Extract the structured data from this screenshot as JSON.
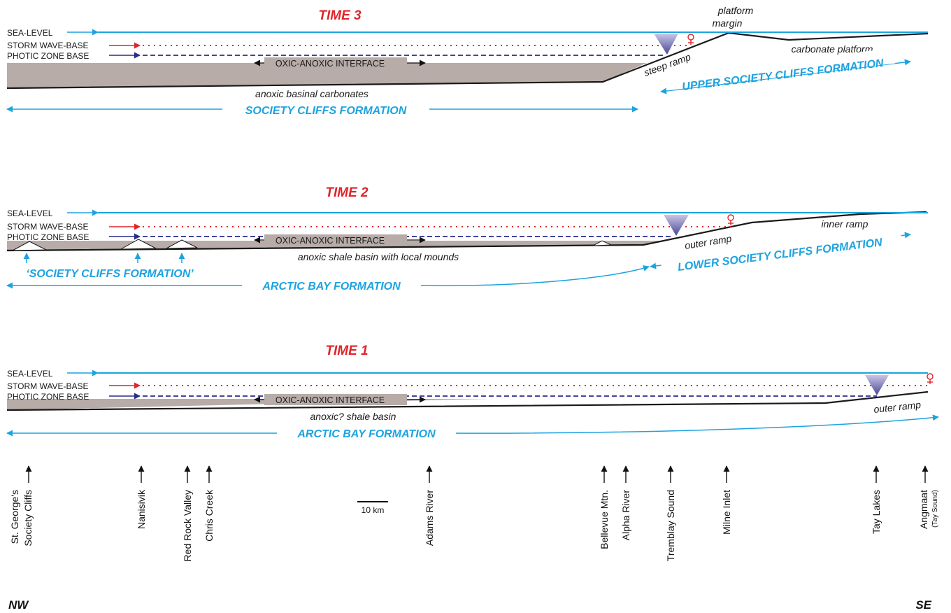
{
  "panels": {
    "time3": {
      "title": "TIME 3",
      "sea_level": "SEA-LEVEL",
      "storm_wave_base": "STORM WAVE-BASE",
      "photic_zone_base": "PHOTIC ZONE BASE",
      "interface": "OXIC-ANOXIC INTERFACE",
      "platform_margin_line1": "platform",
      "platform_margin_line2": "margin",
      "carbonate_platform": "carbonate platform",
      "steep_ramp": "steep ramp",
      "upper_formation": "UPPER SOCIETY CLIFFS FORMATION",
      "basinal": "anoxic basinal carbonates",
      "society_cliffs": "SOCIETY CLIFFS FORMATION"
    },
    "time2": {
      "title": "TIME 2",
      "sea_level": "SEA-LEVEL",
      "storm_wave_base": "STORM WAVE-BASE",
      "photic_zone_base": "PHOTIC ZONE BASE",
      "interface": "OXIC-ANOXIC INTERFACE",
      "outer_ramp": "outer ramp",
      "inner_ramp": "inner ramp",
      "lower_formation": "LOWER SOCIETY CLIFFS FORMATION",
      "basin": "anoxic shale basin with local mounds",
      "society_cliffs_quoted": "‘SOCIETY CLIFFS FORMATION’",
      "arctic_bay": "ARCTIC BAY FORMATION"
    },
    "time1": {
      "title": "TIME 1",
      "sea_level": "SEA-LEVEL",
      "storm_wave_base": "STORM WAVE-BASE",
      "photic_zone_base": "PHOTIC ZONE BASE",
      "interface": "OXIC-ANOXIC INTERFACE",
      "basin": "anoxic? shale basin",
      "outer_ramp": "outer ramp",
      "arctic_bay": "ARCTIC BAY FORMATION"
    }
  },
  "localities": {
    "st_georges": "St. George's",
    "society_cliffs": "Society Cliffs",
    "nanisivik": "Nanisivik",
    "red_rock_valley": "Red Rock Valley",
    "chris_creek": "Chris Creek",
    "adams_river": "Adams River",
    "bellevue": "Bellevue Mtn.",
    "alpha_river": "Alpha River",
    "tremblay": "Tremblay Sound",
    "milne": "Milne Inlet",
    "tay_lakes": "Tay Lakes",
    "angmaat": "Angmaat",
    "tay_sound": "(Tay Sound)"
  },
  "scale_bar": "10 km",
  "directions": {
    "nw": "NW",
    "se": "SE"
  },
  "colors": {
    "sea_level": "#1ca3e0",
    "storm": "#e0242b",
    "photic": "#2a2a8c",
    "sediment": "#b7aca8",
    "formation": "#1ca3e0",
    "time_title": "#e0242b"
  }
}
